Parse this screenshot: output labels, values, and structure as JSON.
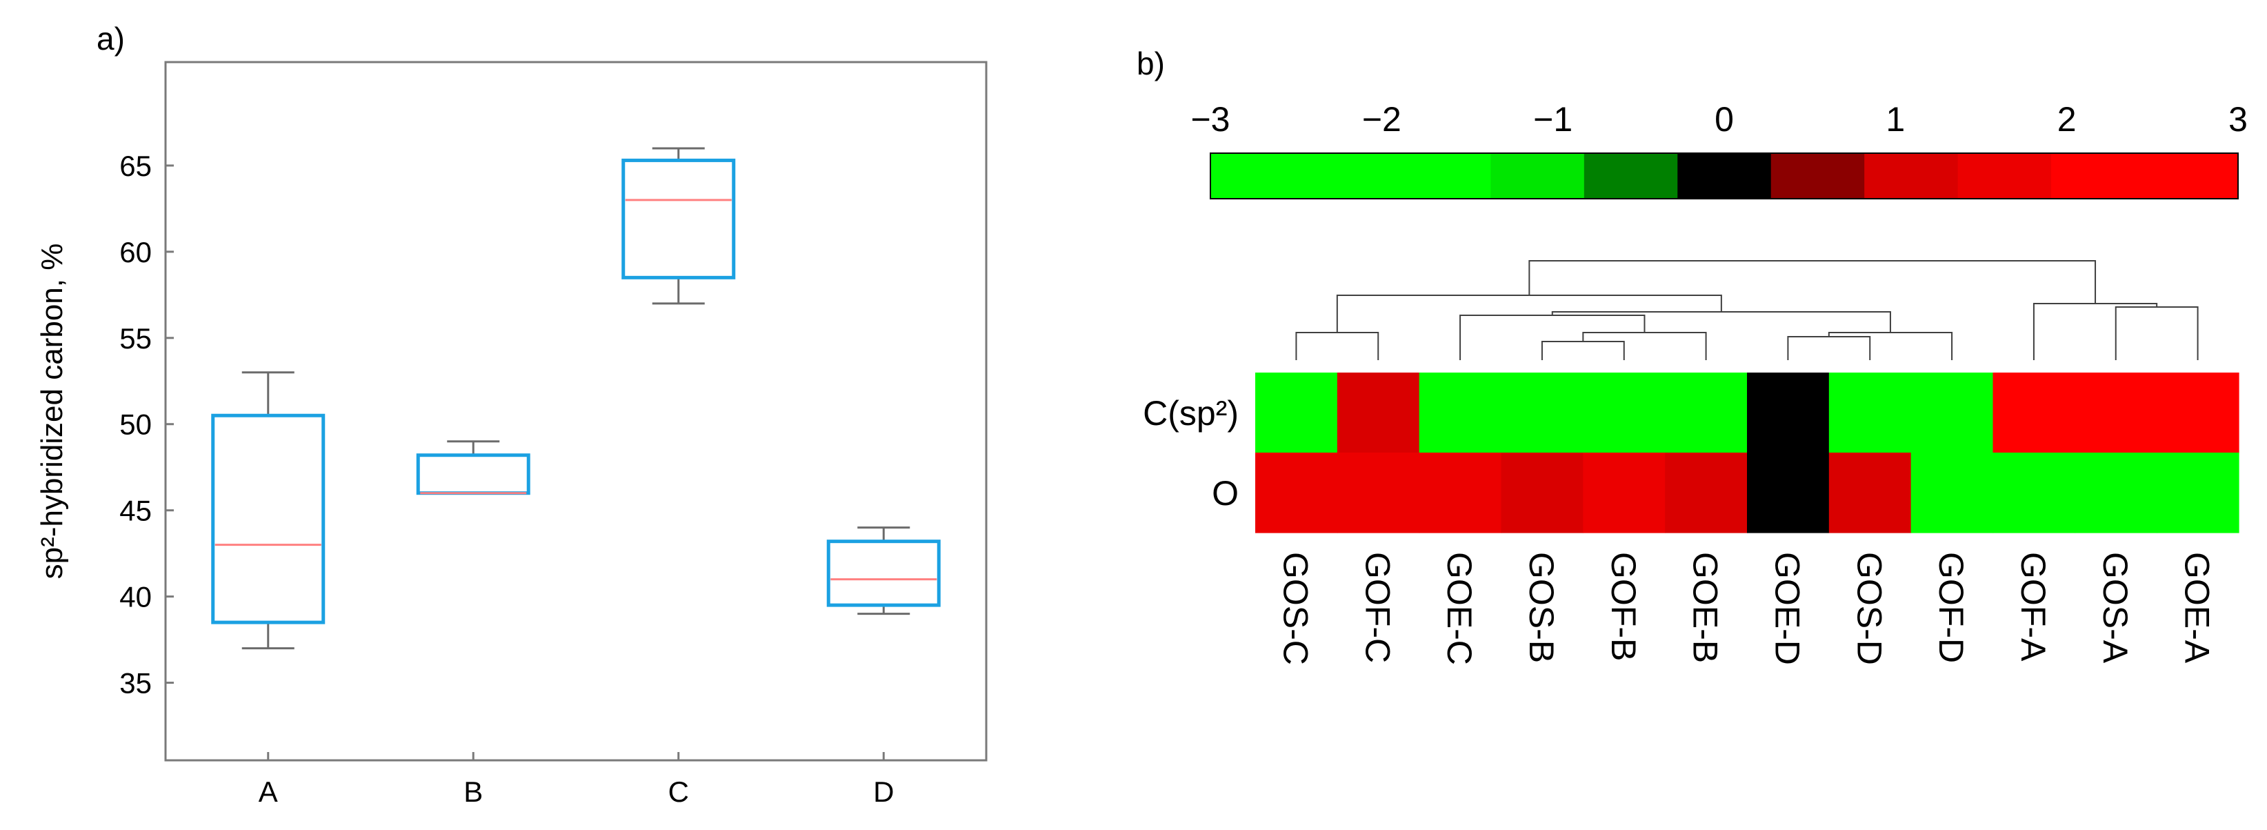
{
  "chart_data": [
    {
      "panel_label": "a)",
      "type": "box",
      "ylabel": "sp²-hybridized carbon, %",
      "categories": [
        "A",
        "B",
        "C",
        "D"
      ],
      "ylim": [
        30.5,
        71
      ],
      "yticks": [
        35,
        40,
        45,
        50,
        55,
        60,
        65
      ],
      "boxes": [
        {
          "category": "A",
          "min": 37,
          "q1": 38.5,
          "median": 43,
          "q3": 50.5,
          "max": 53
        },
        {
          "category": "B",
          "min": 46,
          "q1": 46,
          "median": 46,
          "q3": 48.2,
          "max": 49
        },
        {
          "category": "C",
          "min": 57,
          "q1": 58.5,
          "median": 63,
          "q3": 65.3,
          "max": 66
        },
        {
          "category": "D",
          "min": 39,
          "q1": 39.5,
          "median": 41,
          "q3": 43.2,
          "max": 44
        }
      ],
      "colors": {
        "box": "#1ba1e2",
        "median": "#ff8080",
        "whisker": "#6b6b6b",
        "frame": "#7a7a7a"
      }
    },
    {
      "panel_label": "b)",
      "type": "heatmap",
      "colorbar": {
        "ticks": [
          "−3",
          "−2",
          "−1",
          "0",
          "1",
          "2",
          "3"
        ],
        "range": [
          -3,
          3
        ],
        "colors": [
          "#00ff00",
          "#00ff00",
          "#00ff00",
          "#00e600",
          "#008000",
          "#000000",
          "#8b0000",
          "#d90000",
          "#ec0000",
          "#ff0000",
          "#ff0000"
        ]
      },
      "rows": [
        "C(sp²)",
        "O"
      ],
      "columns": [
        "GOS-C",
        "GOF-C",
        "GOE-C",
        "GOS-B",
        "GOF-B",
        "GOE-B",
        "GOE-D",
        "GOS-D",
        "GOF-D",
        "GOF-A",
        "GOS-A",
        "GOE-A"
      ],
      "values": [
        [
          -2.5,
          0.9,
          -2.2,
          -2.2,
          -1.5,
          -2.5,
          0.0,
          -1.5,
          -1.5,
          2.2,
          2.5,
          2.5
        ],
        [
          1.5,
          1.5,
          1.5,
          0.9,
          1.5,
          0.9,
          0.0,
          0.9,
          -1.5,
          -2.5,
          -2.5,
          -2.8
        ]
      ],
      "colors": {
        "dendrogram": "#404040"
      }
    }
  ]
}
